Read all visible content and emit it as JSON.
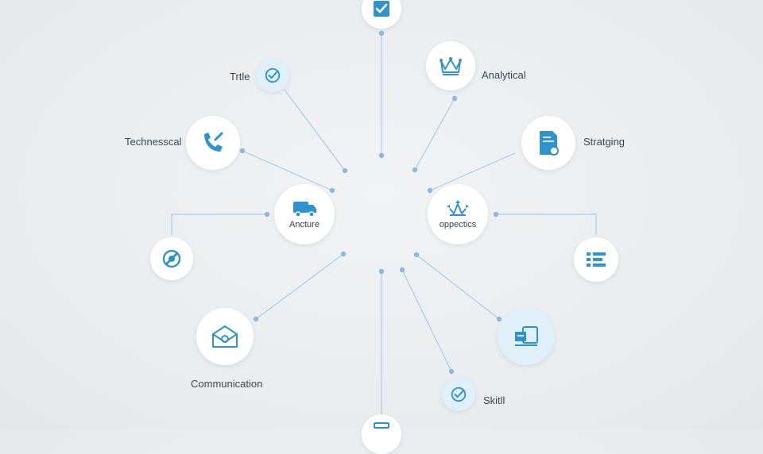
{
  "nodes": {
    "top_check": {
      "icon": "checkbox-icon"
    },
    "title_check": {
      "icon": "check-circle-icon",
      "label": "Trtle"
    },
    "analytical": {
      "icon": "crown-icon",
      "label": "Analytical"
    },
    "technical": {
      "icon": "phone-icon",
      "label": "Technesscal"
    },
    "strategy": {
      "icon": "document-icon",
      "label": "Stratging"
    },
    "architecture": {
      "icon": "truck-icon",
      "label": "Ancture"
    },
    "opportunities": {
      "icon": "crown-arrows-icon",
      "label": "oppectics"
    },
    "left_globe": {
      "icon": "globe-icon"
    },
    "right_list": {
      "icon": "list-icon"
    },
    "communication": {
      "icon": "house-envelope-icon",
      "label": "Communication"
    },
    "right_screen": {
      "icon": "screen-icon"
    },
    "skill": {
      "icon": "check-circle-icon",
      "label": "Skitll"
    },
    "bottom_partial": {
      "icon": "tray-icon"
    }
  },
  "colors": {
    "accent": "#2f93cf",
    "line": "#9cc6e6",
    "dot": "#8db9e0",
    "node_white": "#ffffff",
    "node_blue": "#dff0fb",
    "text": "#3b4752"
  }
}
